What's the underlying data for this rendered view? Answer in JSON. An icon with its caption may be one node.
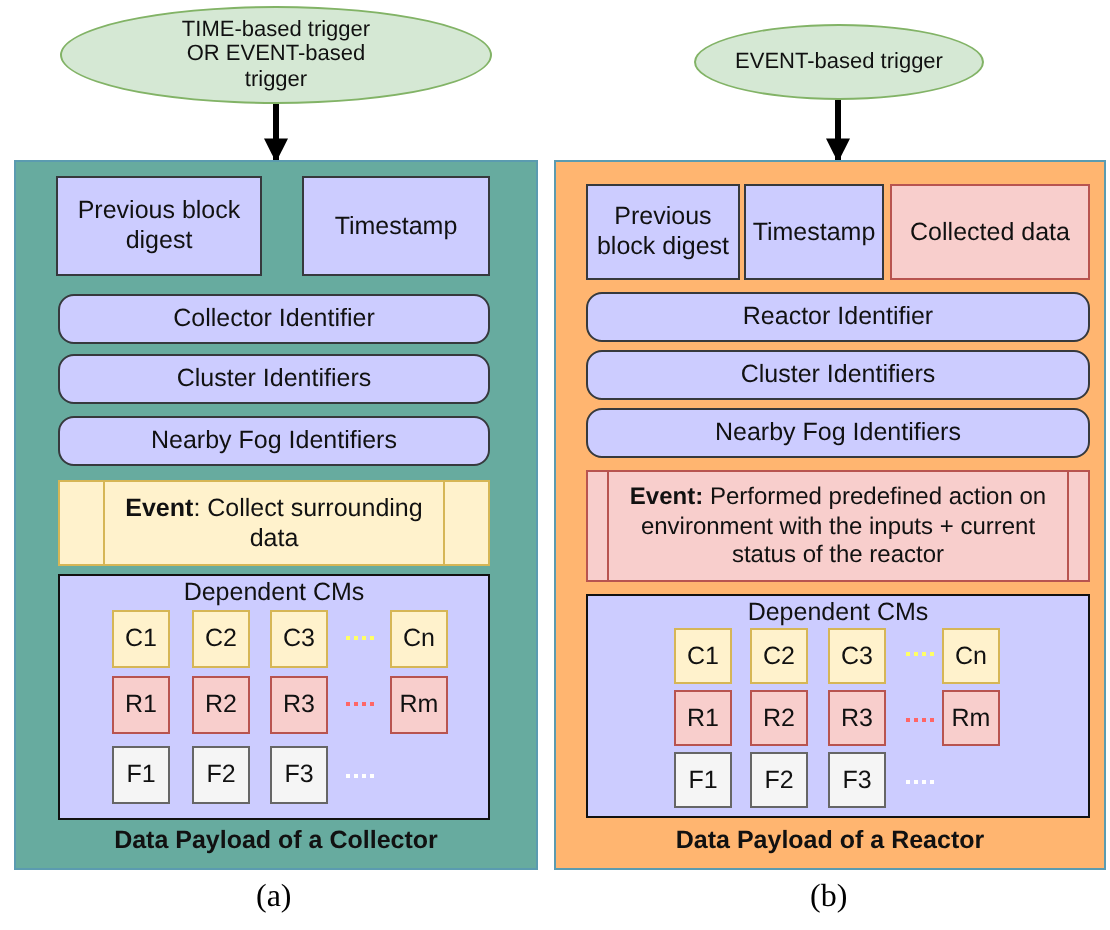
{
  "diagram": {
    "nodes": [
      {
        "text": [
          "TIME-based trigger OR EVENT-based trigger"
        ]
      },
      {
        "text": [
          "Data Payload of a Collector"
        ]
      },
      {
        "text": [
          "Previous block digest"
        ],
        "in": 1
      },
      {
        "text": [
          "Timestamp"
        ],
        "in": 1
      },
      {
        "text": [
          "Collector Identifier"
        ],
        "in": 1
      },
      {
        "text": [
          "Cluster Identifiers"
        ],
        "in": 1
      },
      {
        "text": [
          "Nearby Fog Identifiers"
        ],
        "in": 1
      },
      {
        "text": [
          "**Event**: Collect surrounding data"
        ],
        "in": 1
      },
      {
        "text": [
          "Dependent CMs"
        ],
        "in": 1
      },
      {
        "text": [
          "C1"
        ],
        "in": 8
      },
      {
        "text": [
          "C2"
        ],
        "in": 8
      },
      {
        "text": [
          "C3"
        ],
        "in": 8
      },
      {
        "text": [
          "Cn"
        ],
        "in": 8
      },
      {
        "text": [
          "R1"
        ],
        "in": 8
      },
      {
        "text": [
          "R2"
        ],
        "in": 8
      },
      {
        "text": [
          "R3"
        ],
        "in": 8
      },
      {
        "text": [
          "Rm"
        ],
        "in": 8
      },
      {
        "text": [
          "F1"
        ],
        "in": 8
      },
      {
        "text": [
          "F2"
        ],
        "in": 8
      },
      {
        "text": [
          "F3"
        ],
        "in": 8
      },
      {
        "text": [
          "EVENT-based trigger"
        ]
      },
      {
        "text": [
          "Data Payload of a Reactor"
        ]
      },
      {
        "text": [
          "Previous block digest"
        ],
        "in": 21
      },
      {
        "text": [
          "Timestamp"
        ],
        "in": 21
      },
      {
        "text": [
          "Collected data"
        ],
        "in": 21
      },
      {
        "text": [
          "Reactor Identifier"
        ],
        "in": 21
      },
      {
        "text": [
          "Cluster Identifiers"
        ],
        "in": 21
      },
      {
        "text": [
          "Nearby Fog Identifiers"
        ],
        "in": 21
      },
      {
        "text": [
          "**Event:** Performed predefined action on environment with the inputs + current status of the reactor"
        ],
        "in": 21
      },
      {
        "text": [
          "Dependent CMs"
        ],
        "in": 21
      },
      {
        "text": [
          "C1"
        ],
        "in": 29
      },
      {
        "text": [
          "C2"
        ],
        "in": 29
      },
      {
        "text": [
          "C3"
        ],
        "in": 29
      },
      {
        "text": [
          "Cn"
        ],
        "in": 29
      },
      {
        "text": [
          "R1"
        ],
        "in": 29
      },
      {
        "text": [
          "R2"
        ],
        "in": 29
      },
      {
        "text": [
          "R3"
        ],
        "in": 29
      },
      {
        "text": [
          "Rm"
        ],
        "in": 29
      },
      {
        "text": [
          "F1"
        ],
        "in": 29
      },
      {
        "text": [
          "F2"
        ],
        "in": 29
      },
      {
        "text": [
          "F3"
        ],
        "in": 29
      }
    ],
    "edges": [
      {
        "from": 0,
        "to": 1,
        "arrow": "to"
      },
      {
        "from": 20,
        "to": 21,
        "arrow": "to"
      }
    ],
    "labels": [
      "(a)",
      "(b)"
    ]
  }
}
